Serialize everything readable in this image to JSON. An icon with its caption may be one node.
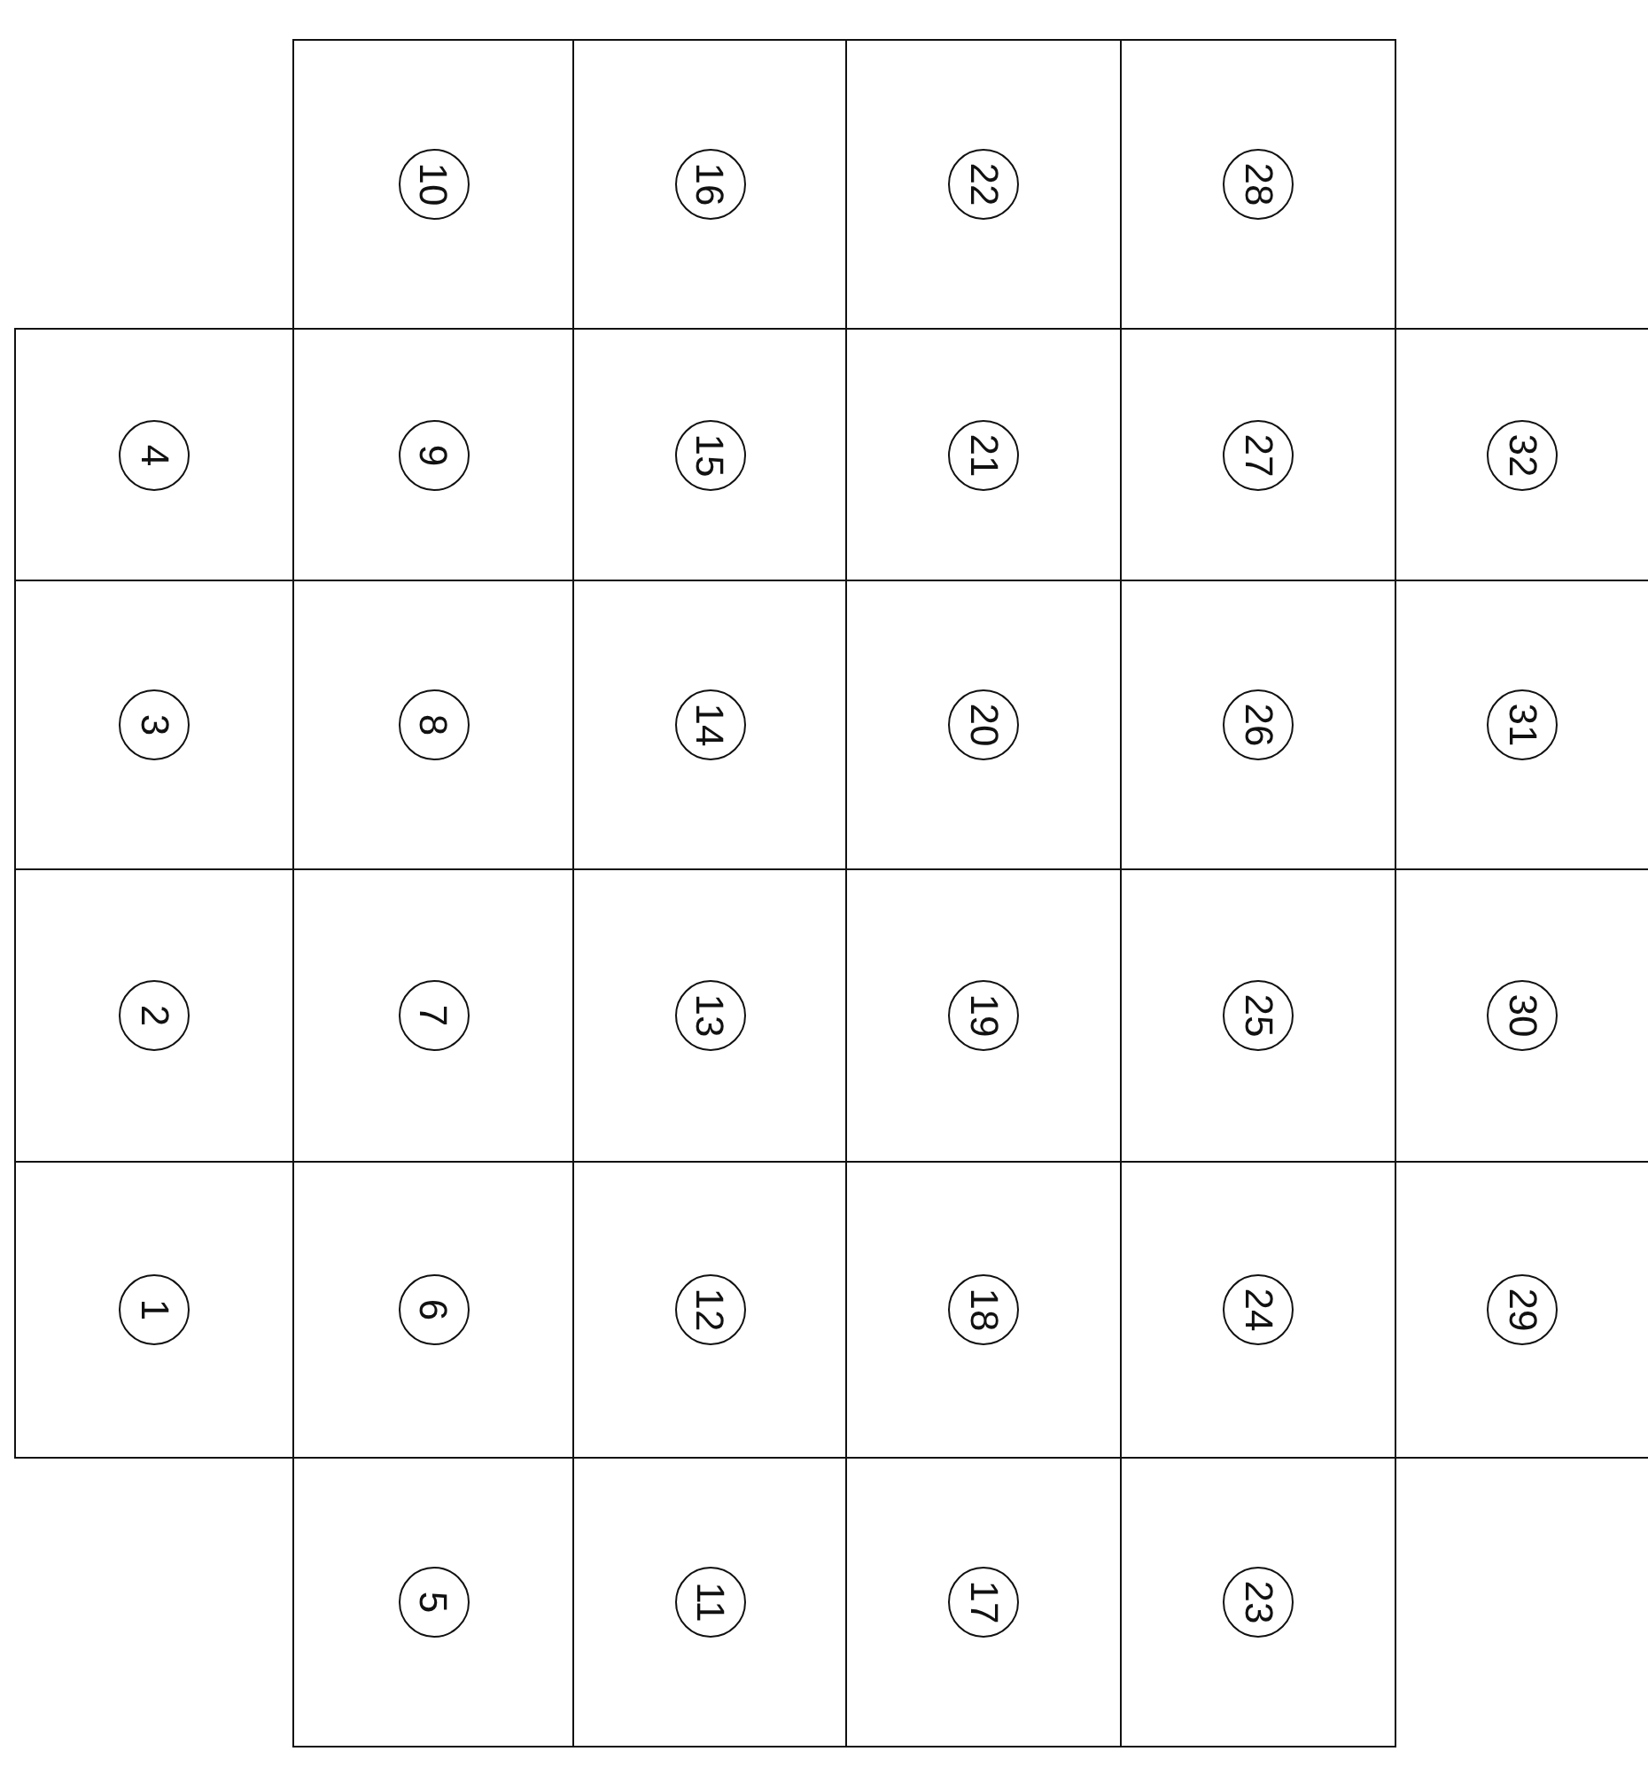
{
  "diagram": {
    "nodes": [
      {
        "text": [
          "1"
        ]
      },
      {
        "text": [
          "2"
        ]
      },
      {
        "text": [
          "3"
        ]
      },
      {
        "text": [
          "4"
        ]
      },
      {
        "text": [
          "5"
        ]
      },
      {
        "text": [
          "6"
        ]
      },
      {
        "text": [
          "7"
        ]
      },
      {
        "text": [
          "8"
        ]
      },
      {
        "text": [
          "9"
        ]
      },
      {
        "text": [
          "10"
        ]
      },
      {
        "text": [
          "11"
        ]
      },
      {
        "text": [
          "12"
        ]
      },
      {
        "text": [
          "13"
        ]
      },
      {
        "text": [
          "14"
        ]
      },
      {
        "text": [
          "15"
        ]
      },
      {
        "text": [
          "16"
        ]
      },
      {
        "text": [
          "17"
        ]
      },
      {
        "text": [
          "18"
        ]
      },
      {
        "text": [
          "19"
        ]
      },
      {
        "text": [
          "20"
        ]
      },
      {
        "text": [
          "21"
        ]
      },
      {
        "text": [
          "22"
        ]
      },
      {
        "text": [
          "23"
        ]
      },
      {
        "text": [
          "24"
        ]
      },
      {
        "text": [
          "25"
        ]
      },
      {
        "text": [
          "26"
        ]
      },
      {
        "text": [
          "27"
        ]
      },
      {
        "text": [
          "28"
        ]
      },
      {
        "text": [
          "29"
        ]
      },
      {
        "text": [
          "30"
        ]
      },
      {
        "text": [
          "31"
        ]
      },
      {
        "text": [
          "32"
        ]
      }
    ]
  }
}
